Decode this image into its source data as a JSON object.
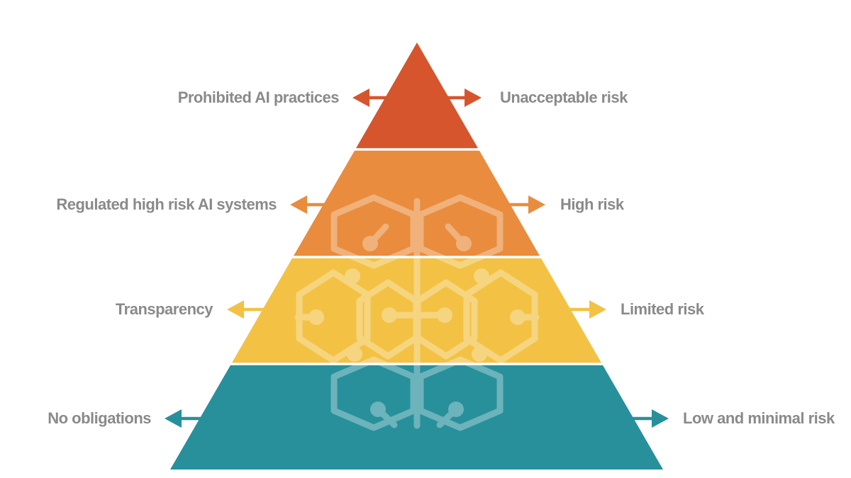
{
  "pyramid": {
    "description": "EU AI Act risk pyramid diagram",
    "background": "#ffffff",
    "text_color": "#8a8a8a",
    "separator_color": "#ffffff",
    "watermark_icon": "ai-brain-circuit-icon",
    "watermark_color": "#ffffff",
    "levels": [
      {
        "left_label": "Prohibited AI practices",
        "right_label": "Unacceptable risk",
        "color": "#d6552d"
      },
      {
        "left_label": "Regulated high risk AI systems",
        "right_label": "High risk",
        "color": "#e98c3d"
      },
      {
        "left_label": "Transparency",
        "right_label": "Limited risk",
        "color": "#f3c244"
      },
      {
        "left_label": "No obligations",
        "right_label": "Low and minimal risk",
        "color": "#27909b"
      }
    ]
  }
}
